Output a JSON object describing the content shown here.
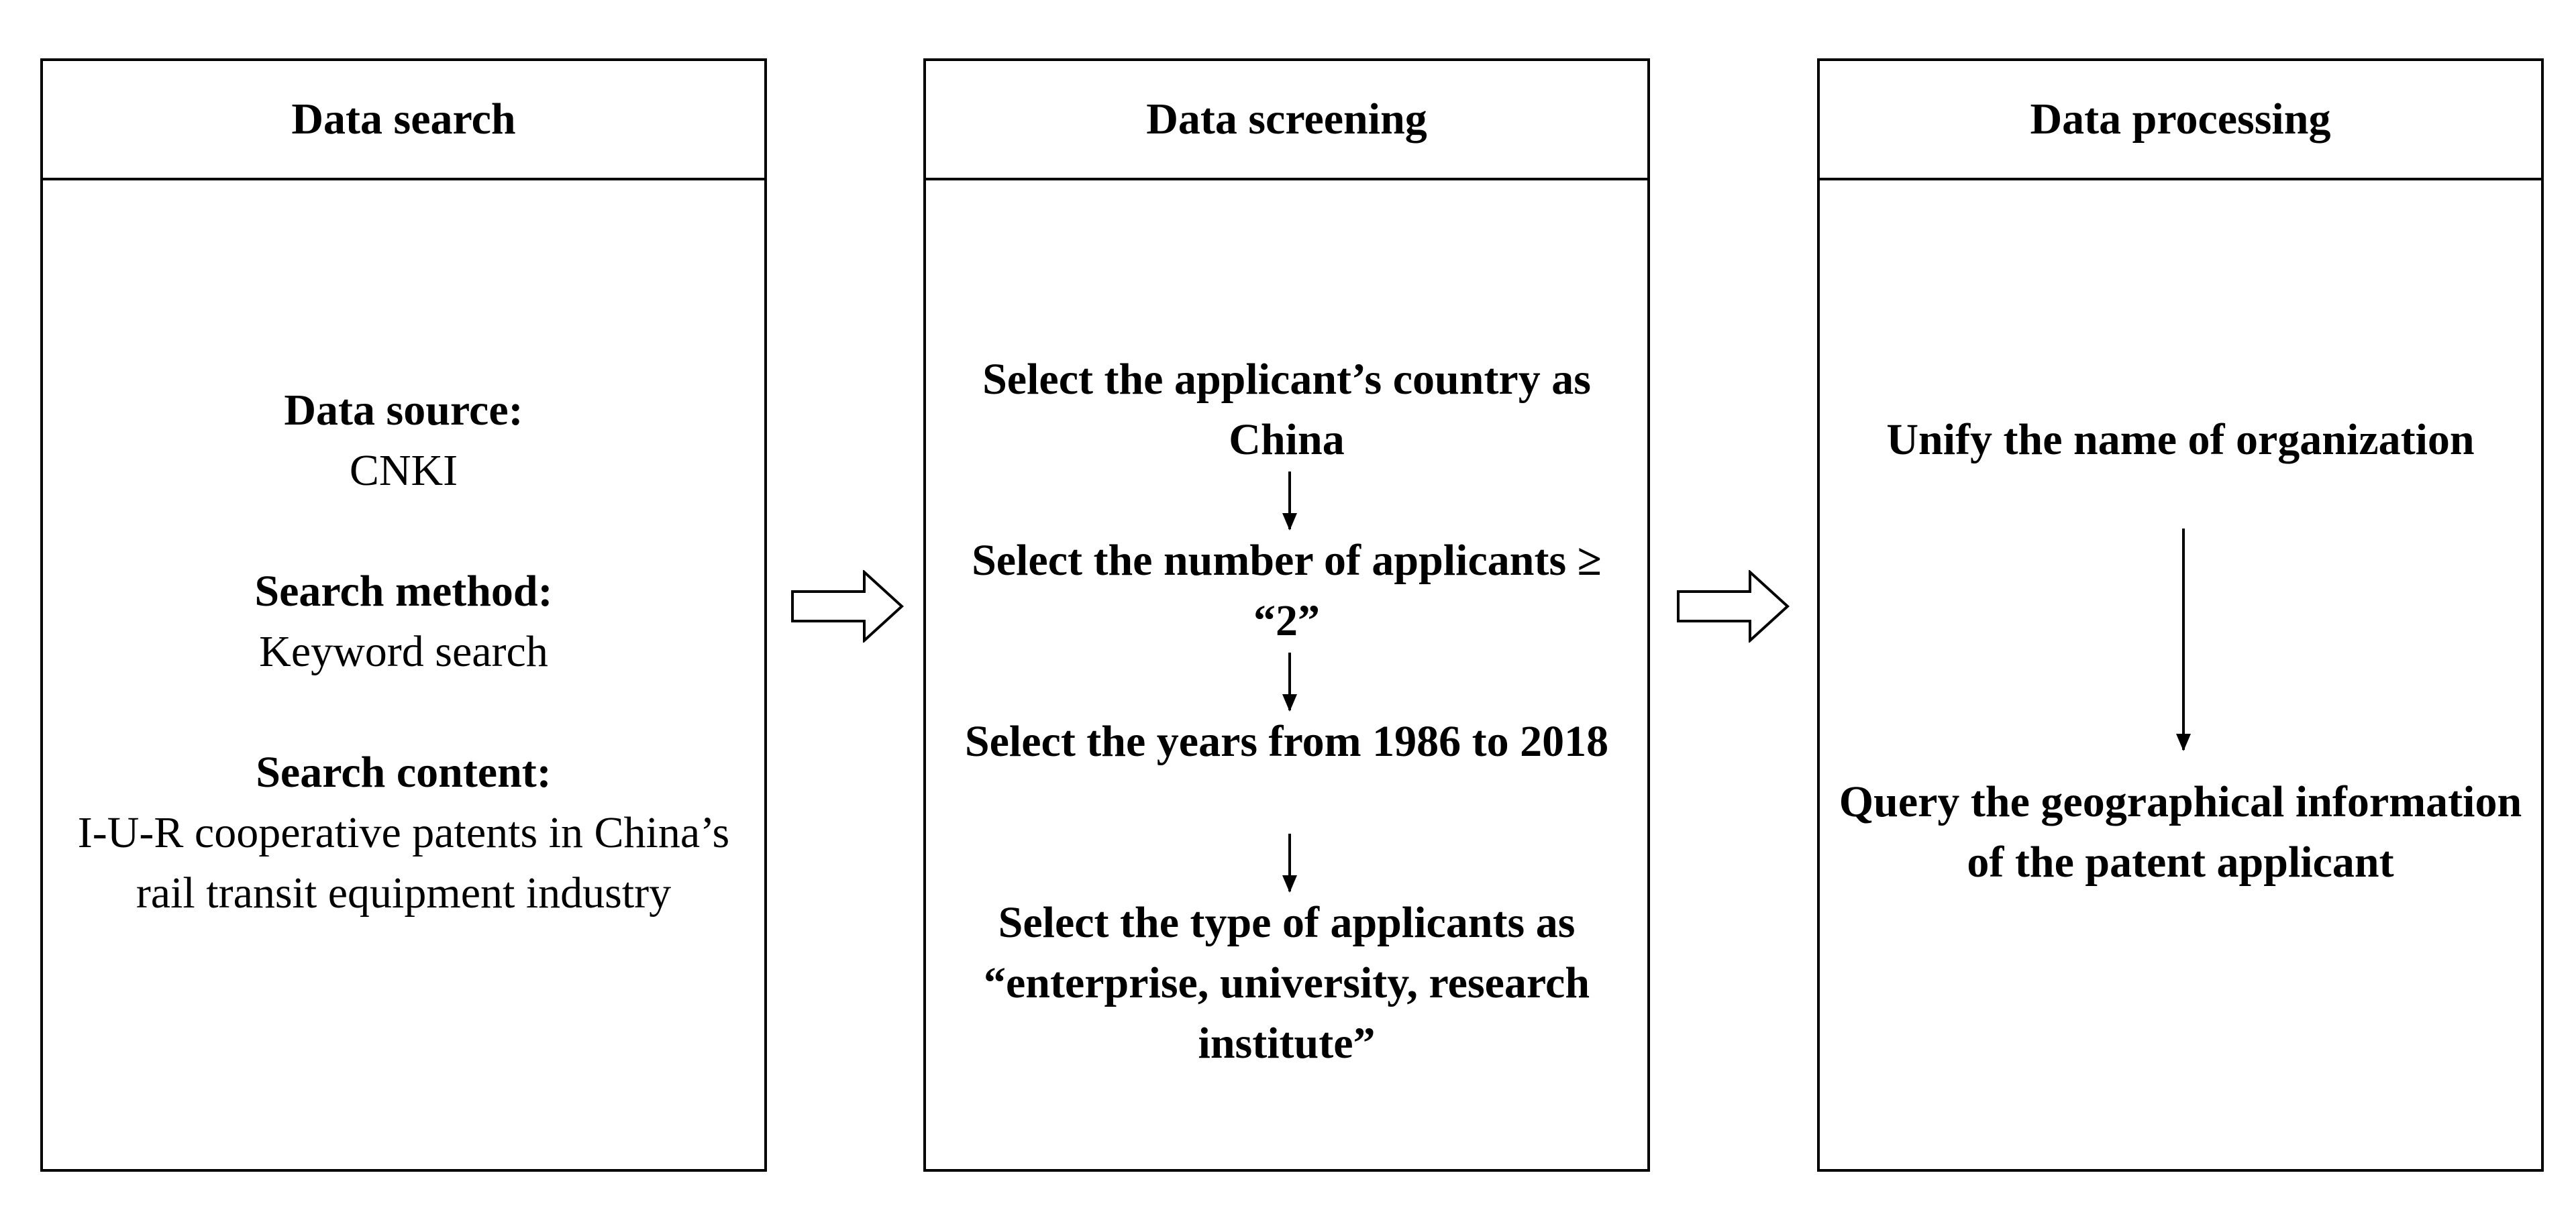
{
  "panels": [
    {
      "title": "Data search",
      "items": [
        {
          "label": "Data source:",
          "value": "CNKI"
        },
        {
          "label": "Search method:",
          "value": "Keyword search"
        },
        {
          "label": "Search content:",
          "value": "I-U-R cooperative patents  in China’s rail transit equipment industry"
        }
      ]
    },
    {
      "title": "Data screening",
      "steps": [
        "Select the applicant’s country as China",
        "Select the number of applicants ≥ “2”",
        "Select the years from 1986 to 2018",
        "Select the type of applicants as “enterprise, university, research institute”"
      ]
    },
    {
      "title": "Data processing",
      "steps": [
        "Unify the name of organization",
        "Query the geographical information of the patent applicant"
      ]
    }
  ],
  "arrows": [
    {
      "from": "Data search",
      "to": "Data screening",
      "icon": "hollow-right-arrow"
    },
    {
      "from": "Data screening",
      "to": "Data processing",
      "icon": "hollow-right-arrow"
    }
  ]
}
